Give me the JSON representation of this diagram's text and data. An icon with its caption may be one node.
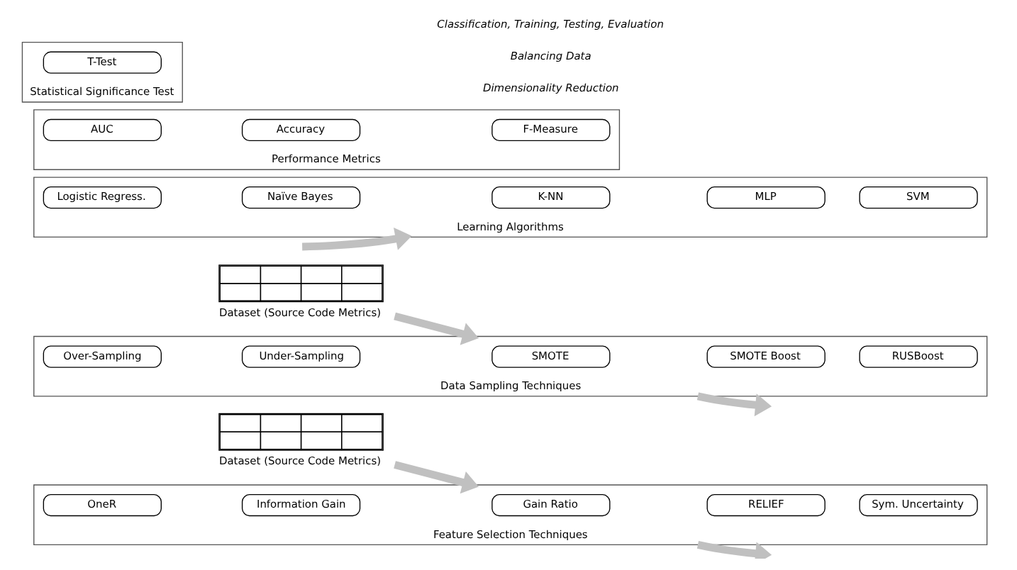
{
  "diagram": {
    "nodes": [
      {
        "text": [
          "Dataset (Source Code Metrics)"
        ]
      },
      {
        "text": [
          "Feature Selection Techniques"
        ]
      },
      {
        "text": [
          "OneR"
        ],
        "in": 1
      },
      {
        "text": [
          "Information Gain"
        ],
        "in": 1
      },
      {
        "text": [
          "Gain Ratio"
        ],
        "in": 1
      },
      {
        "text": [
          "RELIEF"
        ],
        "in": 1
      },
      {
        "text": [
          "Sym. Uncertainty"
        ],
        "in": 1
      },
      {
        "text": [
          "Dataset (Source Code Metrics)"
        ]
      },
      {
        "text": [
          "Data Sampling Techniques"
        ]
      },
      {
        "text": [
          "Over-Sampling"
        ],
        "in": 8
      },
      {
        "text": [
          "Under-Sampling"
        ],
        "in": 8
      },
      {
        "text": [
          "SMOTE"
        ],
        "in": 8
      },
      {
        "text": [
          "SMOTE Boost"
        ],
        "in": 8
      },
      {
        "text": [
          "RUSBoost"
        ],
        "in": 8
      },
      {
        "text": [
          "Learning Algorithms"
        ]
      },
      {
        "text": [
          "Logistic Regress."
        ],
        "in": 14
      },
      {
        "text": [
          "Naïve Bayes"
        ],
        "in": 14
      },
      {
        "text": [
          "K-NN"
        ],
        "in": 14
      },
      {
        "text": [
          "MLP"
        ],
        "in": 14
      },
      {
        "text": [
          "SVM"
        ],
        "in": 14
      },
      {
        "text": [
          "Performance Metrics"
        ]
      },
      {
        "text": [
          "AUC"
        ],
        "in": 20
      },
      {
        "text": [
          "Accuracy"
        ],
        "in": 20
      },
      {
        "text": [
          "F-Measure"
        ],
        "in": 20
      },
      {
        "text": [
          "Statistical Significance Test"
        ]
      },
      {
        "text": [
          "T-Test"
        ],
        "in": 24
      }
    ],
    "edges": [
      {
        "from": 0,
        "to": 1,
        "arrow": "to"
      },
      {
        "from": 1,
        "to": null,
        "arrow": "to"
      },
      {
        "from": 7,
        "to": 8,
        "arrow": "to"
      },
      {
        "from": 8,
        "to": null,
        "arrow": "to"
      },
      {
        "from": null,
        "to": 14,
        "arrow": "to"
      }
    ],
    "labels": [
      "Dimensionality Reduction",
      "Balancing Data",
      "Classification, Training, Testing, Evaluation"
    ]
  }
}
